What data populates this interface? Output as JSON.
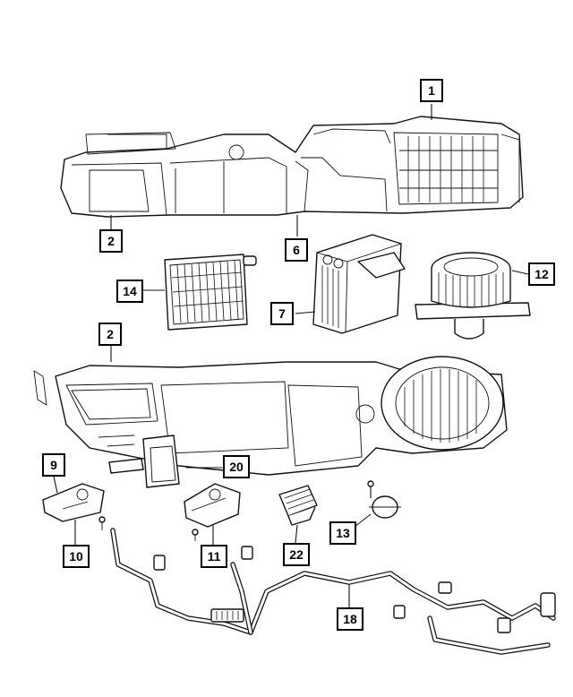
{
  "diagram": {
    "callouts": [
      {
        "id": "c1",
        "label": "1"
      },
      {
        "id": "c2a",
        "label": "2"
      },
      {
        "id": "c6",
        "label": "6"
      },
      {
        "id": "c12",
        "label": "12"
      },
      {
        "id": "c14",
        "label": "14"
      },
      {
        "id": "c7",
        "label": "7"
      },
      {
        "id": "c2b",
        "label": "2"
      },
      {
        "id": "c9",
        "label": "9"
      },
      {
        "id": "c20",
        "label": "20"
      },
      {
        "id": "c10",
        "label": "10"
      },
      {
        "id": "c11",
        "label": "11"
      },
      {
        "id": "c22",
        "label": "22"
      },
      {
        "id": "c13",
        "label": "13"
      },
      {
        "id": "c18",
        "label": "18"
      }
    ],
    "colors": {
      "line": "#111111",
      "background": "#ffffff"
    }
  }
}
